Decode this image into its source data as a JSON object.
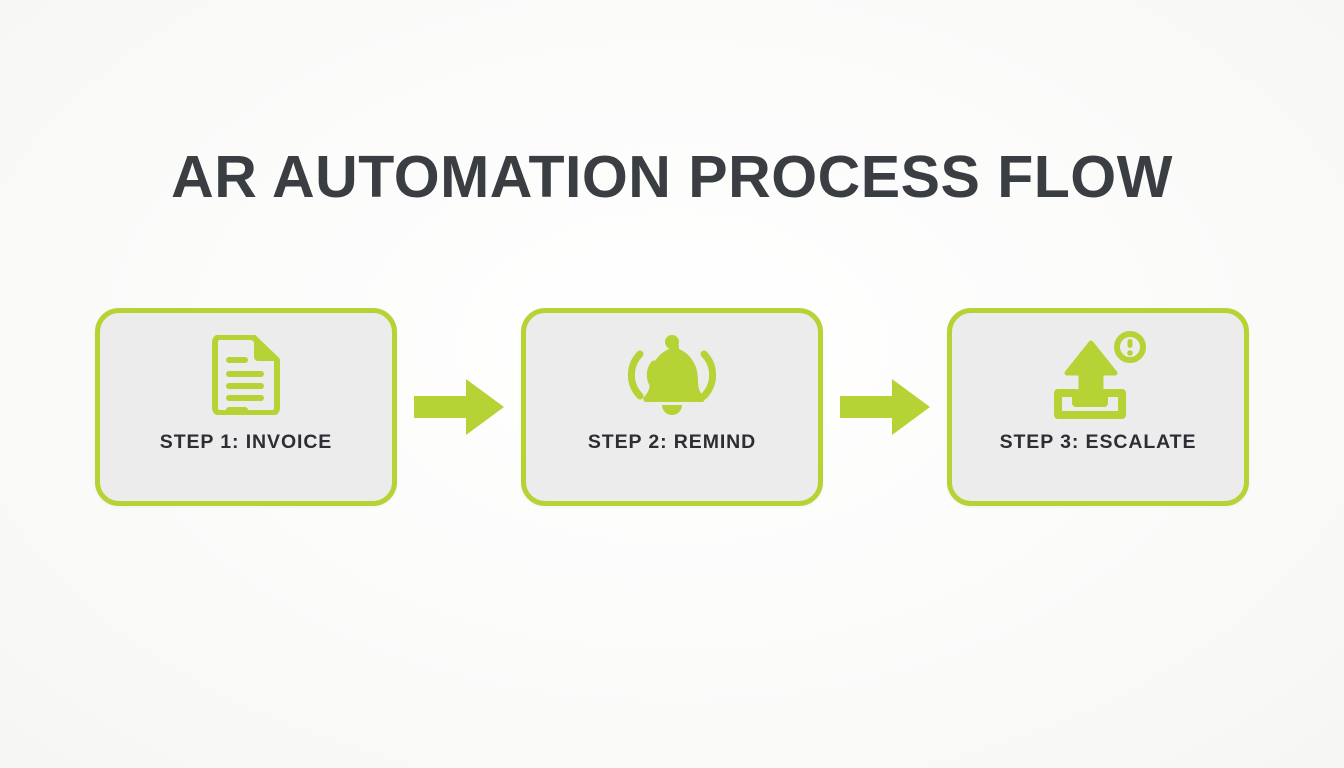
{
  "page": {
    "title": "AR AUTOMATION PROCESS FLOW",
    "background_color": "#fbfbfa",
    "accent_color": "#b6d336",
    "card_fill_color": "#ececec",
    "title_color": "#3a3d42",
    "label_color": "#2c2e33"
  },
  "flow": {
    "steps": [
      {
        "label": "STEP 1: INVOICE",
        "icon": "document-icon",
        "number": "1",
        "name": "invoice"
      },
      {
        "label": "STEP 2: REMIND",
        "icon": "bell-icon",
        "number": "2",
        "name": "remind"
      },
      {
        "label": "STEP 3: ESCALATE",
        "icon": "escalate-upload-alert-icon",
        "number": "3",
        "name": "escalate"
      }
    ],
    "connectors": [
      {
        "icon": "arrow-right-icon",
        "from": "STEP 1: INVOICE",
        "to": "STEP 2: REMIND"
      },
      {
        "icon": "arrow-right-icon",
        "from": "STEP 2: REMIND",
        "to": "STEP 3: ESCALATE"
      }
    ]
  }
}
